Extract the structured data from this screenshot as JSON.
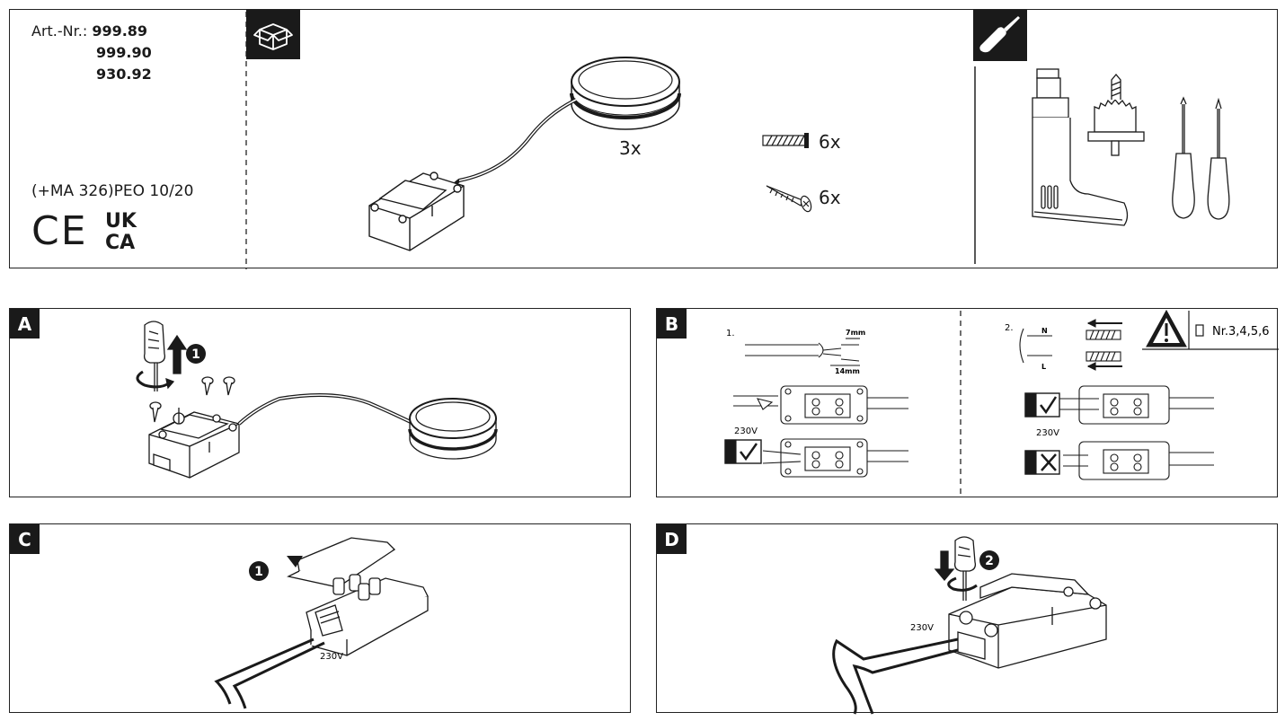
{
  "header": {
    "art_label": "Art.-Nr.:",
    "art_numbers": [
      "999.89",
      "999.90",
      "930.92"
    ],
    "ref_code": "(+MA 326)PEO  10/20",
    "marks": {
      "ce": "CE",
      "ukca_top": "UK",
      "ukca_bottom": "CA"
    },
    "icons": {
      "box": "box-icon",
      "tools": "screwdriver-icon"
    }
  },
  "contents": {
    "lamp_qty": "3x",
    "dowel_qty": "6x",
    "screw_qty": "6x"
  },
  "steps": {
    "a": {
      "label": "A",
      "callout": "1"
    },
    "b": {
      "label": "B",
      "sub1": "1.",
      "strip_short": "7mm",
      "strip_long": "14mm",
      "voltage_1": "230V",
      "sub2": "2.",
      "neutral": "N",
      "live": "L",
      "voltage_2": "230V",
      "note": "Nr.3,4,5,6"
    },
    "c": {
      "label": "C",
      "callout": "1",
      "voltage": "230V"
    },
    "d": {
      "label": "D",
      "callout": "2",
      "voltage": "230V"
    }
  },
  "colors": {
    "ink": "#1a1a1a",
    "tag_bg": "#1a1a1a",
    "tag_fg": "#ffffff"
  }
}
